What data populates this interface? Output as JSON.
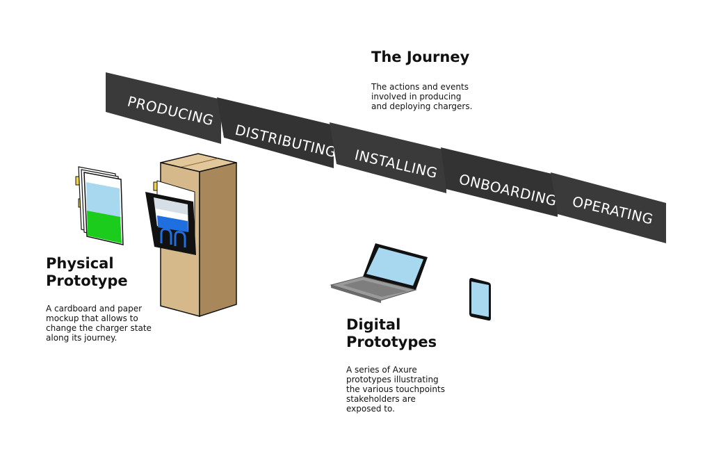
{
  "journey": {
    "title": "The Journey",
    "description": [
      "The actions and events",
      "involved in  producing",
      "and deploying chargers."
    ],
    "stages": [
      "PRODUCING",
      "DISTRIBUTING",
      "INSTALLING",
      "ONBOARDING",
      "OPERATING"
    ]
  },
  "physical": {
    "title": [
      "Physical",
      "Prototype"
    ],
    "description": [
      "A cardboard and paper",
      "mockup that allows to",
      "change the charger state",
      "along its journey."
    ]
  },
  "digital": {
    "title": [
      "Digital",
      "Prototypes"
    ],
    "description": [
      "A series of Axure",
      "prototypes illustrating",
      "the various touchpoints",
      "stakeholders are",
      "exposed to."
    ]
  },
  "colors": {
    "band": "#3a3a3a",
    "cardboard_front": "#d6b98a",
    "cardboard_side": "#a8875a",
    "sky": "#a7d8ef",
    "green": "#1ccc1c",
    "blue": "#1f6fe0",
    "laptop_body": "#9a9a9a"
  }
}
